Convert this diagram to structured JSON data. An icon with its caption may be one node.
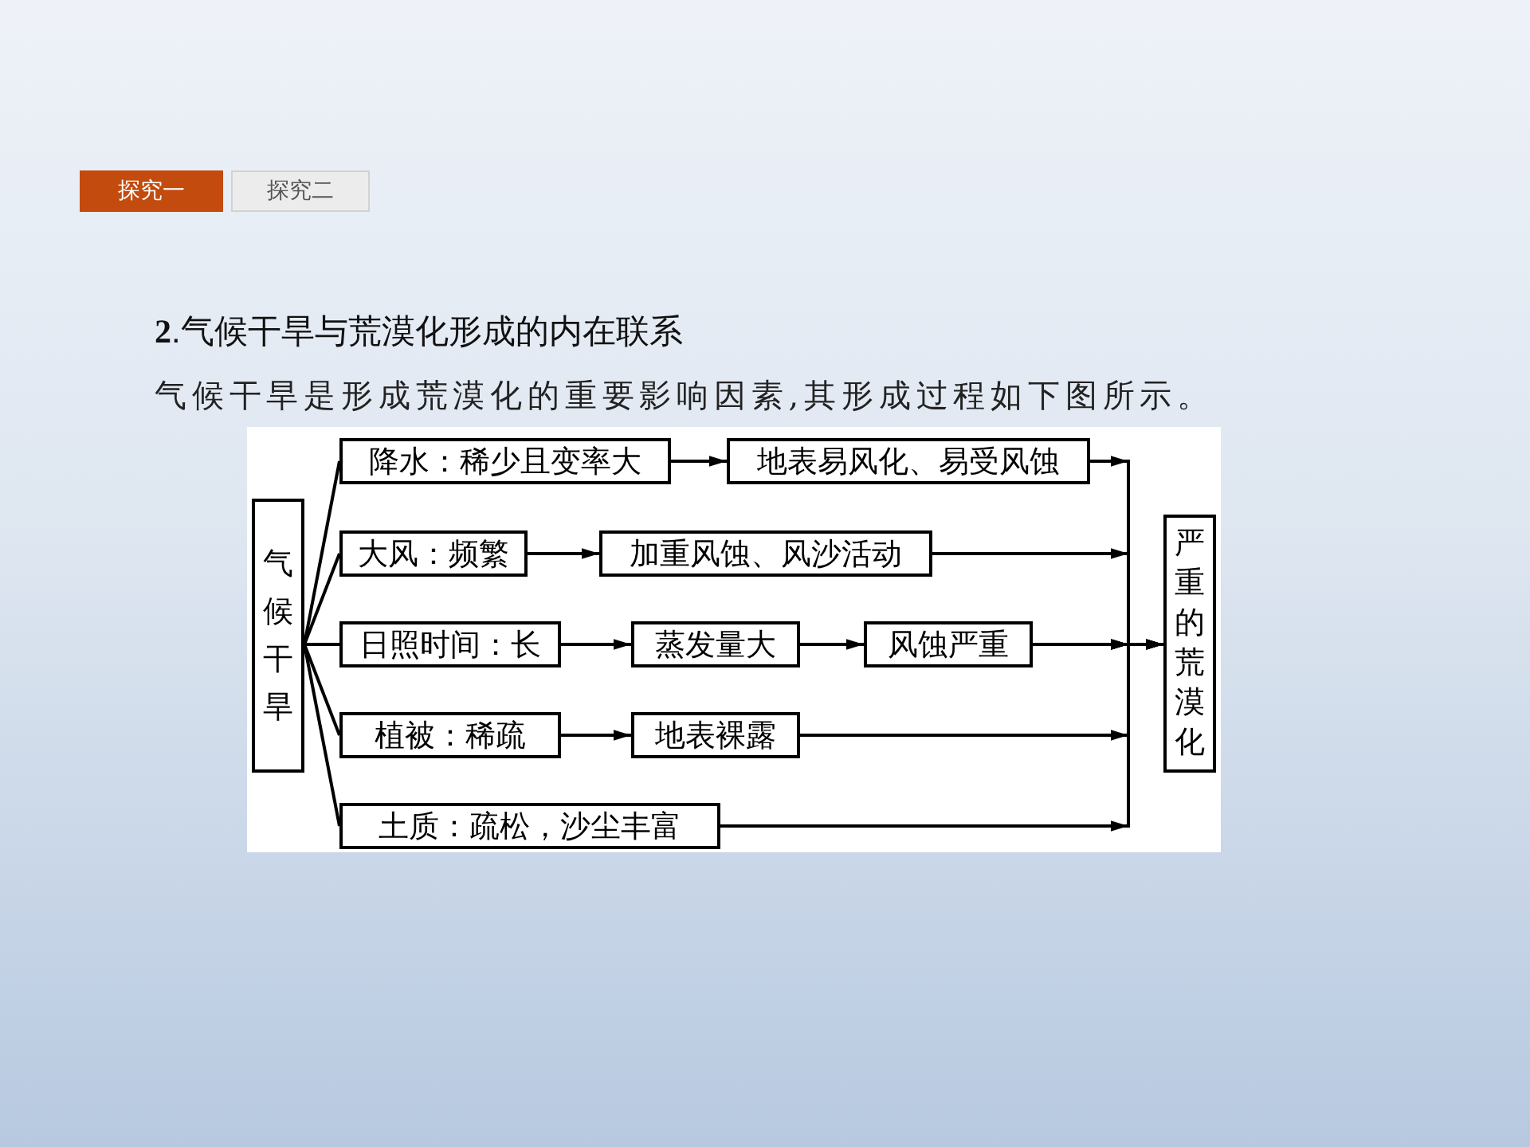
{
  "diagram": {
    "title": "**2**.气候干旱与荒漠化形成的内在联系",
    "nodes": [
      {
        "text": [
          "气候干旱"
        ]
      },
      {
        "text": [
          "降水：稀少且变率大"
        ]
      },
      {
        "text": [
          "地表易风化、易受风蚀"
        ]
      },
      {
        "text": [
          "大风：频繁"
        ]
      },
      {
        "text": [
          "加重风蚀、风沙活动"
        ]
      },
      {
        "text": [
          "日照时间：长"
        ]
      },
      {
        "text": [
          "蒸发量大"
        ]
      },
      {
        "text": [
          "风蚀严重"
        ]
      },
      {
        "text": [
          "植被：稀疏"
        ]
      },
      {
        "text": [
          "地表裸露"
        ]
      },
      {
        "text": [
          "土质：疏松，沙尘丰富"
        ]
      },
      {
        "text": [
          "严重的荒漠化"
        ]
      }
    ],
    "edges": [
      {
        "from": 0,
        "to": 1,
        "arrow": "none"
      },
      {
        "from": 0,
        "to": 3,
        "arrow": "none"
      },
      {
        "from": 0,
        "to": 5,
        "arrow": "none"
      },
      {
        "from": 0,
        "to": 8,
        "arrow": "none"
      },
      {
        "from": 0,
        "to": 10,
        "arrow": "none"
      },
      {
        "from": 1,
        "to": 2,
        "arrow": "to"
      },
      {
        "from": 3,
        "to": 4,
        "arrow": "to"
      },
      {
        "from": 5,
        "to": 6,
        "arrow": "to"
      },
      {
        "from": 6,
        "to": 7,
        "arrow": "to"
      },
      {
        "from": 8,
        "to": 9,
        "arrow": "to"
      },
      {
        "from": 2,
        "to": 11,
        "arrow": "to"
      },
      {
        "from": 4,
        "to": 11,
        "arrow": "to"
      },
      {
        "from": 7,
        "to": 11,
        "arrow": "to"
      },
      {
        "from": 9,
        "to": 11,
        "arrow": "to"
      },
      {
        "from": 10,
        "to": 11,
        "arrow": "to"
      }
    ],
    "labels": [
      "探究一",
      "探究二",
      "气候干旱是形成荒漠化的重要影响因素,其形成过程如下图所示。"
    ]
  }
}
